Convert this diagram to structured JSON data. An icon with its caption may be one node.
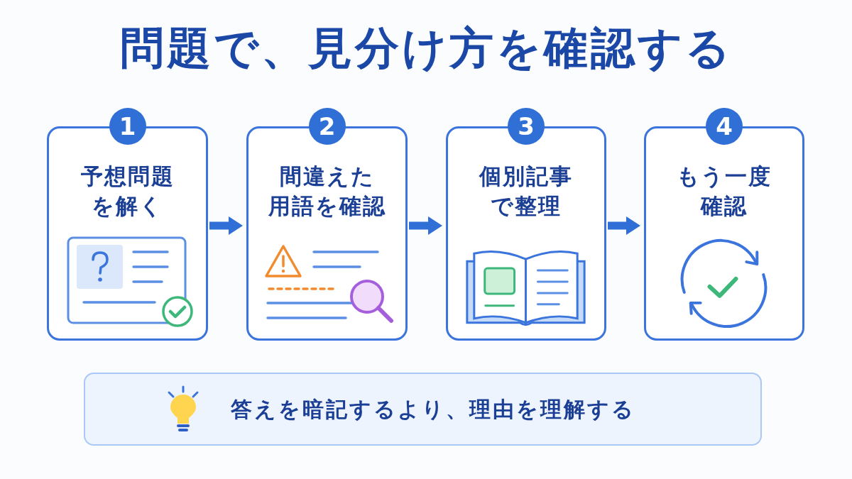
{
  "diagram": {
    "title": "問題で、見分け方を確認する",
    "nodes": [
      {
        "text": [
          "1",
          "予想問題を解く"
        ]
      },
      {
        "text": [
          "2",
          "間違えた用語を確認"
        ]
      },
      {
        "text": [
          "3",
          "個別記事で整理"
        ]
      },
      {
        "text": [
          "4",
          "もう一度確認"
        ]
      },
      {
        "text": [
          "答えを暗記するより、理由を理解する"
        ]
      }
    ],
    "edges": [
      {
        "from": 0,
        "to": 1,
        "arrow": "to"
      },
      {
        "from": 1,
        "to": 2,
        "arrow": "to"
      },
      {
        "from": 2,
        "to": 3,
        "arrow": "to"
      }
    ]
  }
}
